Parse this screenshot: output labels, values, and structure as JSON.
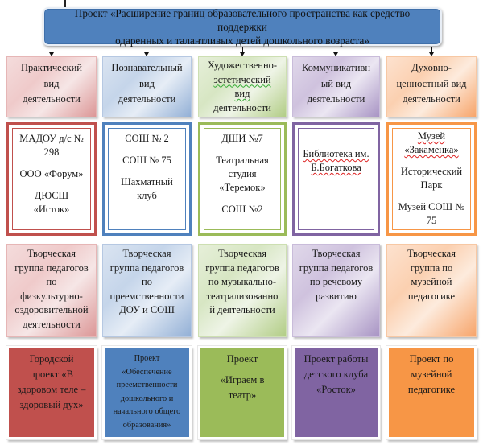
{
  "colors": {
    "header": "#4f81bd",
    "red": "#c0504d",
    "blue": "#4f81bd",
    "green": "#9bbb59",
    "purple": "#8064a2",
    "orange": "#f79646"
  },
  "header": {
    "title_line1": "Проект «Расширение границ образовательного пространства как средство поддержки",
    "title_line2": "одаренных и талантливых детей дошкольного возраста»"
  },
  "activities": [
    {
      "lines": [
        "Практический",
        "вид",
        "деятельности"
      ]
    },
    {
      "lines": [
        "Познавательный",
        "вид",
        "деятельности"
      ]
    },
    {
      "lines": [
        "Художественно-",
        "эстетический",
        "вид",
        "деятельности"
      ]
    },
    {
      "lines": [
        "Коммуникативн",
        "ый вид",
        "деятельности"
      ]
    },
    {
      "lines": [
        "Духовно-",
        "ценностный вид",
        "деятельности"
      ]
    }
  ],
  "partners": [
    {
      "items": [
        "МАДОУ д/с № 298",
        "ООО «Форум»",
        "ДЮСШ «Исток»"
      ]
    },
    {
      "items": [
        "СОШ № 2",
        "СОШ № 75",
        "Шахматный клуб"
      ]
    },
    {
      "items": [
        "ДШИ №7",
        "Театральная студия «Теремок»",
        "СОШ №2"
      ]
    },
    {
      "items": [
        "Библиотека им. Б.Богаткова"
      ]
    },
    {
      "items": [
        "Музей «Закаменка»",
        "Исторический Парк",
        "Музей СОШ № 75"
      ]
    }
  ],
  "groups": [
    {
      "lines": [
        "Творческая",
        "группа педагогов",
        "по",
        "физкультурно-",
        "оздоровительной",
        "деятельности"
      ]
    },
    {
      "lines": [
        "Творческая",
        "группа педагогов",
        "по",
        "преемственности",
        "ДОУ и СОШ"
      ]
    },
    {
      "lines": [
        "Творческая",
        "группа педагогов",
        "по музыкально-",
        "театрализованно",
        "й деятельности"
      ]
    },
    {
      "lines": [
        "Творческая",
        "группа педагогов",
        "по речевому",
        "развитию"
      ]
    },
    {
      "lines": [
        "Творческая",
        "группа по",
        "музейной",
        "педагогике"
      ]
    }
  ],
  "projects": [
    {
      "lines": [
        "Городской",
        "проект «В",
        "здоровом теле –",
        "здоровый дух»"
      ]
    },
    {
      "lines": [
        "Проект",
        "«Обеспечение",
        "преемственности",
        "дошкольного и",
        "начального общего",
        "образования»"
      ]
    },
    {
      "lines": [
        "Проект",
        "",
        "«Играем в",
        "театр»"
      ]
    },
    {
      "lines": [
        "Проект работы",
        "детского клуба",
        "«Росток»"
      ]
    },
    {
      "lines": [
        "Проект по",
        "музейной",
        "педагогике"
      ]
    }
  ]
}
